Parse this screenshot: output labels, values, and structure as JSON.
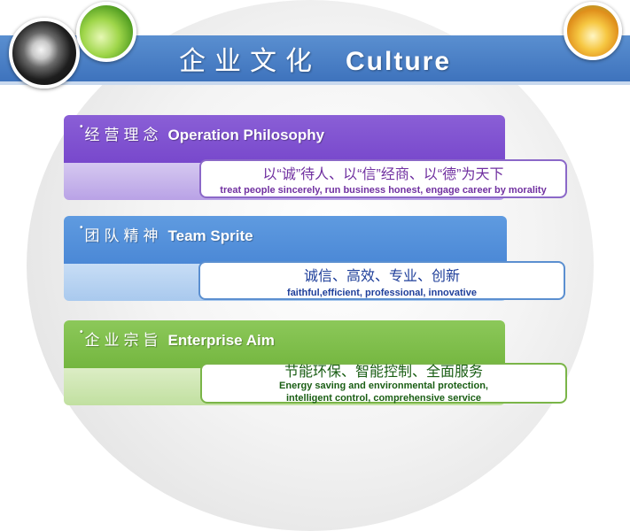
{
  "title": {
    "cn": "企业文化",
    "en": "Culture"
  },
  "sections": [
    {
      "heading_cn": "经营理念",
      "heading_en": "Operation Philosophy",
      "detail_cn": "以“诚”待人、以“信”经商、以“德”为天下",
      "detail_en": "treat people sincerely, run business honest, engage career by morality"
    },
    {
      "heading_cn": "团队精神",
      "heading_en": "Team Sprite",
      "detail_cn": "诚信、高效、专业、创新",
      "detail_en": "faithful,efficient, professional, innovative"
    },
    {
      "heading_cn": "企业宗旨",
      "heading_en": "Enterprise Aim",
      "detail_cn": "节能环保、智能控制、全面服务",
      "detail_en_line1": "Energy saving and environmental protection,",
      "detail_en_line2": "intelligent control, comprehensive service"
    }
  ],
  "colors": {
    "title_bar": "#4a80c6",
    "purple": "#7848cc",
    "blue": "#4b88d6",
    "green": "#74b63f"
  },
  "images": [
    "dandelion-photo",
    "green-leaf-photo",
    "tulip-photo"
  ]
}
